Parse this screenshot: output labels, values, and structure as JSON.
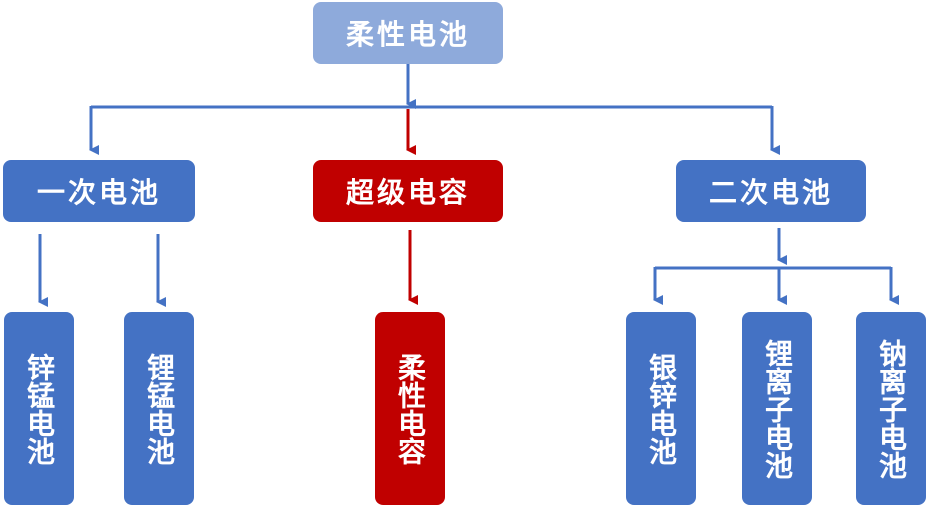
{
  "diagram": {
    "colors": {
      "root_fill": "#8eaadb",
      "blue_fill": "#4472c4",
      "red_fill": "#c00000",
      "blue_line": "#4472c4",
      "red_line": "#c00000"
    },
    "root": {
      "label": "柔性电池"
    },
    "categories": [
      {
        "id": "primary",
        "label": "一次电池"
      },
      {
        "id": "supercap",
        "label": "超级电容"
      },
      {
        "id": "secondary",
        "label": "二次电池"
      }
    ],
    "leaves": {
      "zinc_manganese": {
        "label": "锌锰电池"
      },
      "lithium_manganese": {
        "label": "锂锰电池"
      },
      "flexible_capacitor": {
        "label": "柔性电容"
      },
      "silver_zinc": {
        "label": "银锌电池"
      },
      "lithium_ion": {
        "label": "锂离子电池"
      },
      "sodium_ion": {
        "label": "钠离子电池"
      }
    }
  }
}
